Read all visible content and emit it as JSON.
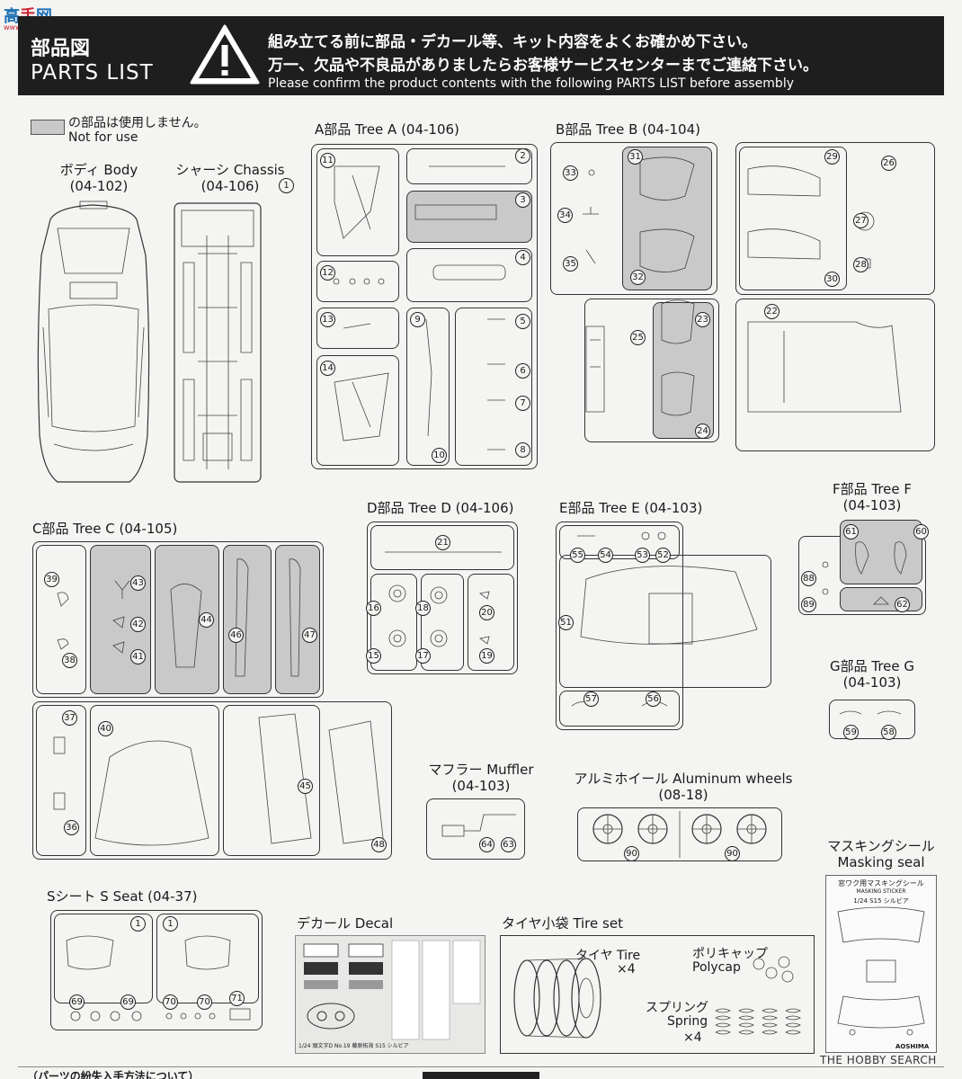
{
  "watermark": {
    "logo": "高",
    "text": "www.gaoshou.com"
  },
  "header": {
    "title_jp": "部品図",
    "title_en": "PARTS LIST",
    "warning_line1": "組み立てる前に部品・デカール等、キット内容をよくお確かめ下さい。",
    "warning_line2": "万一、欠品や不良品がありましたらお客様サービスセンターまでご連絡下さい。",
    "warning_line3": "Please confirm the product contents with the following PARTS LIST before assembly",
    "warning_icon": "exclamation-triangle-icon"
  },
  "legend": {
    "jp": "の部品は使用しません。",
    "en": "Not for use",
    "swatch_color": "#c9c9c9"
  },
  "sections": {
    "body": {
      "title": "ボディ Body",
      "code": "(04-102)"
    },
    "chassis": {
      "title": "シャーシ Chassis",
      "code": "(04-106)",
      "part": "1"
    },
    "tree_a": {
      "title": "A部品 Tree A (04-106)",
      "parts": [
        "11",
        "2",
        "3",
        "12",
        "4",
        "13",
        "9",
        "5",
        "14",
        "6",
        "7",
        "10",
        "8"
      ]
    },
    "tree_b": {
      "title": "B部品 Tree B (04-104)",
      "parts": [
        "33",
        "31",
        "29",
        "26",
        "34",
        "27",
        "35",
        "32",
        "28",
        "30",
        "22",
        "25",
        "23",
        "24"
      ]
    },
    "tree_c": {
      "title": "C部品 Tree C (04-105)",
      "parts": [
        "39",
        "43",
        "44",
        "46",
        "47",
        "42",
        "38",
        "41",
        "37",
        "40",
        "45",
        "36",
        "48"
      ]
    },
    "tree_d": {
      "title": "D部品 Tree D (04-106)",
      "parts": [
        "21",
        "16",
        "18",
        "20",
        "15",
        "17",
        "19"
      ]
    },
    "tree_e": {
      "title": "E部品 Tree E (04-103)",
      "parts": [
        "55",
        "54",
        "53",
        "52",
        "51",
        "57",
        "56"
      ]
    },
    "tree_f": {
      "title_jp": "F部品 Tree F",
      "code": "(04-103)",
      "parts": [
        "61",
        "60",
        "88",
        "89",
        "62"
      ]
    },
    "tree_g": {
      "title_jp": "G部品 Tree G",
      "code": "(04-103)",
      "parts": [
        "59",
        "58"
      ]
    },
    "muffler": {
      "title": "マフラー Muffler",
      "code": "(04-103)",
      "parts": [
        "64",
        "63"
      ]
    },
    "wheels": {
      "title": "アルミホイール Aluminum wheels",
      "code": "(08-18)",
      "parts": [
        "90",
        "90"
      ]
    },
    "masking": {
      "title_jp": "マスキングシール",
      "title_en": "Masking seal",
      "sticker_title": "窓ワク用マスキングシール",
      "sticker_en": "MASKING STICKER",
      "sticker_sub": "1/24 S15 シルビア",
      "maker": "AOSHIMA"
    },
    "s_seat": {
      "title": "Sシート S Seat (04-37)",
      "parts": [
        "1",
        "1",
        "69",
        "69",
        "70",
        "70",
        "71"
      ]
    },
    "decal": {
      "title": "デカール Decal",
      "note": "1/24 頭文字D No.19 藤原拓海 S15 シルビア"
    },
    "tire_set": {
      "title": "タイヤ小袋 Tire set",
      "tire_label": "タイヤ Tire",
      "tire_qty": "×4",
      "polycap_jp": "ポリキャップ",
      "polycap_en": "Polycap",
      "spring_jp": "スプリング",
      "spring_en": "Spring",
      "spring_qty": "×4"
    }
  },
  "footer": {
    "source": "THE HOBBY SEARCH",
    "partial": "（パーツの紛失入手方法について）"
  }
}
